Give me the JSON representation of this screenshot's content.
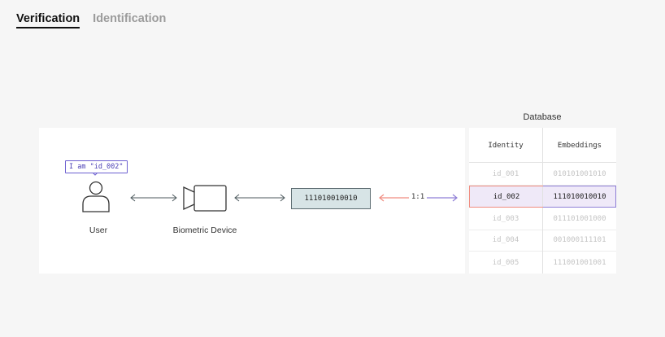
{
  "tabs": [
    {
      "label": "Verification",
      "active": true
    },
    {
      "label": "Identification",
      "active": false
    }
  ],
  "diagram": {
    "claim_bubble": "I am \"id_002\"",
    "user_label": "User",
    "device_label": "Biometric Device",
    "embedding_value": "111010010010",
    "comparison_label": "1:1"
  },
  "database": {
    "title": "Database",
    "columns": [
      "Identity",
      "Embeddings"
    ],
    "rows": [
      {
        "identity": "id_001",
        "embedding": "010101001010"
      },
      {
        "identity": "id_002",
        "embedding": "111010010010",
        "matched": true
      },
      {
        "identity": "id_003",
        "embedding": "011101001000"
      },
      {
        "identity": "id_004",
        "embedding": "001000111101"
      },
      {
        "identity": "id_005",
        "embedding": "111001001001"
      }
    ]
  },
  "colors": {
    "accent_purple": "#6c5fd0",
    "accent_red": "#f08c80",
    "embedding_fill": "#d7e4e6"
  }
}
